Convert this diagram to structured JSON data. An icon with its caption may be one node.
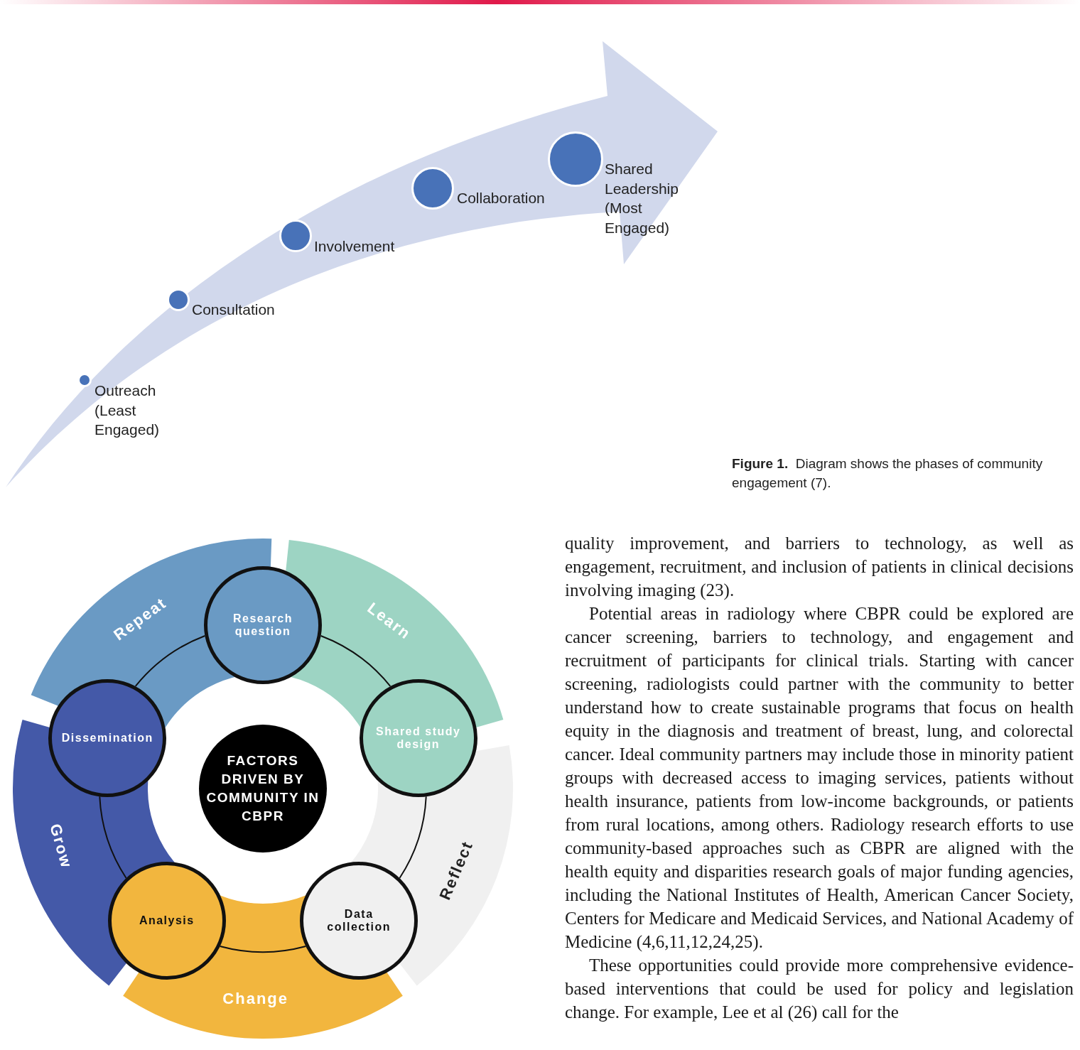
{
  "diagram": {
    "caption": "**Figure 1.**  Diagram shows the phases of community engagement (7).",
    "nodes": [
      {
        "text": [],
        "shape": "circle",
        "beside": [
          "Outreach (Least Engaged)"
        ]
      },
      {
        "text": [],
        "shape": "circle",
        "beside": [
          "Consultation"
        ]
      },
      {
        "text": [],
        "shape": "circle",
        "beside": [
          "Involvement"
        ]
      },
      {
        "text": [],
        "shape": "circle",
        "beside": [
          "Collaboration"
        ]
      },
      {
        "text": [],
        "shape": "circle",
        "beside": [
          "Shared Leadership (Most Engaged)"
        ]
      },
      {
        "text": [
          "Research question"
        ]
      },
      {
        "text": [
          "Dissemination"
        ]
      },
      {
        "text": [
          "Shared study design"
        ]
      },
      {
        "text": [
          "FACTORS DRIVEN BY COMMUNITY IN CBPR"
        ]
      },
      {
        "text": [
          "Analysis"
        ]
      },
      {
        "text": [
          "Data collection"
        ]
      }
    ],
    "edges": [
      {
        "from": 5,
        "to": 7,
        "arrow": "none"
      },
      {
        "from": 7,
        "to": 10,
        "arrow": "none"
      },
      {
        "from": 10,
        "to": 9,
        "arrow": "none"
      },
      {
        "from": 9,
        "to": 6,
        "arrow": "none"
      },
      {
        "from": 6,
        "to": 5,
        "arrow": "none"
      }
    ],
    "labels": [
      "Repeat",
      "Learn",
      "Grow",
      "Reflect",
      "Change",
      "quality improvement, and barriers to technology, as well as engagement, recruitment, and inclusion of patients in clinical decisions involving imaging (23).",
      "Potential areas in radiology where CBPR could be explored are cancer screening, barriers to technology, and engagement and recruitment of participants for clinical trials. Starting with cancer screening, radiologists could partner with the community to better understand how to create sustainable programs that focus on health equity in the diagnosis and treatment of breast, lung, and colorectal cancer. Ideal community partners may include those in minority patient groups with decreased access to imaging services, patients without health insurance, patients from low-income backgrounds, or patients from rural locations, among others. Radiology research efforts to use community-based approaches such as CBPR are aligned with the health equity and disparities research goals of major funding agencies, including the National Institutes of Health, American Cancer Society, Centers for Medicare and Medicaid Services, and National Academy of Medicine (4,6,11,12,24,25).",
      "These opportunities could provide more comprehensive evidence-based interventions that could be used for policy and legislation change. For example, Lee et al (26) call for the"
    ]
  }
}
